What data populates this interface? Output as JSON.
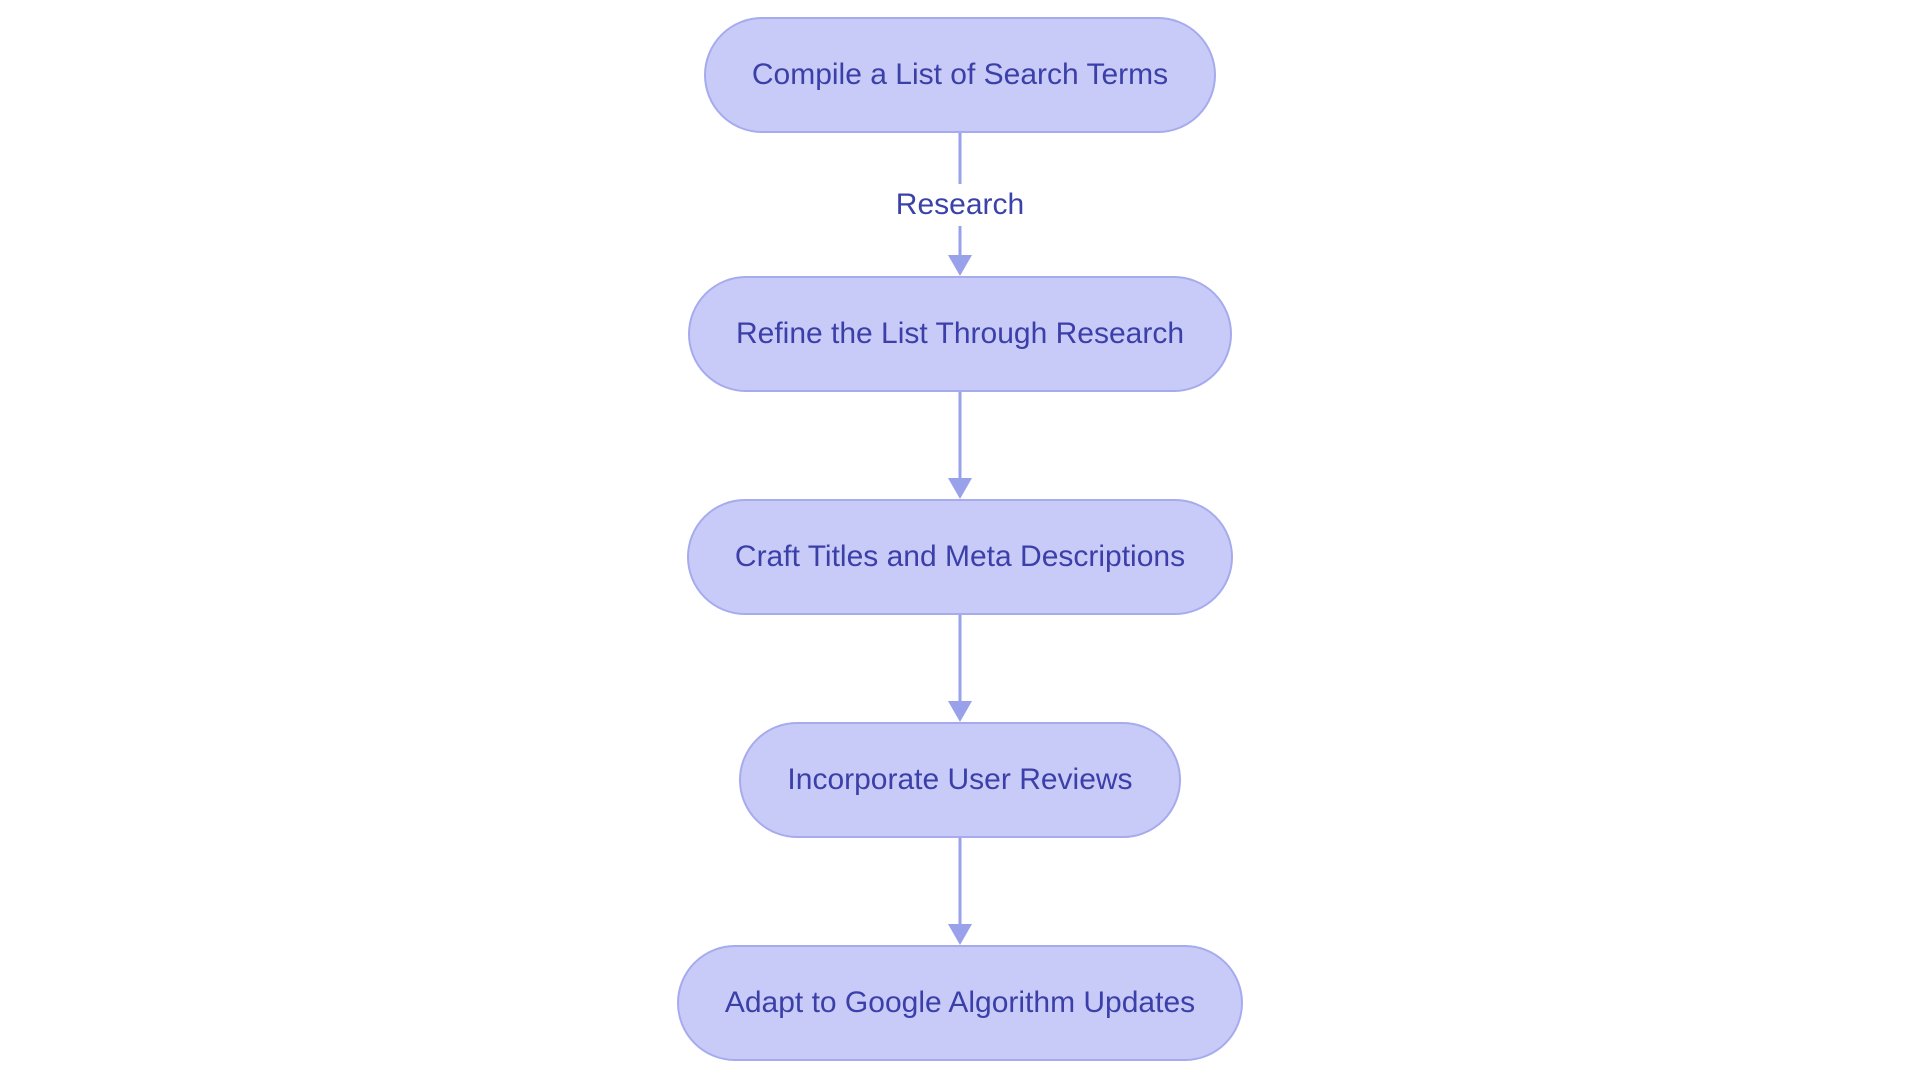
{
  "diagram": {
    "type": "flowchart",
    "direction": "top-down",
    "nodes": [
      {
        "id": "n1",
        "label": "Compile a List of Search Terms"
      },
      {
        "id": "n2",
        "label": "Refine the List Through Research"
      },
      {
        "id": "n3",
        "label": "Craft Titles and Meta Descriptions"
      },
      {
        "id": "n4",
        "label": "Incorporate User Reviews"
      },
      {
        "id": "n5",
        "label": "Adapt to Google Algorithm Updates"
      }
    ],
    "edges": [
      {
        "from": "n1",
        "to": "n2",
        "label": "Research"
      },
      {
        "from": "n2",
        "to": "n3",
        "label": ""
      },
      {
        "from": "n3",
        "to": "n4",
        "label": ""
      },
      {
        "from": "n4",
        "to": "n5",
        "label": ""
      }
    ],
    "colors": {
      "node_fill": "#c8caf8",
      "node_border": "#a6abee",
      "node_text": "#3b3fa8",
      "arrow": "#98a1ea",
      "edge_label_text": "#3b42a8",
      "background": "#ffffff"
    }
  }
}
